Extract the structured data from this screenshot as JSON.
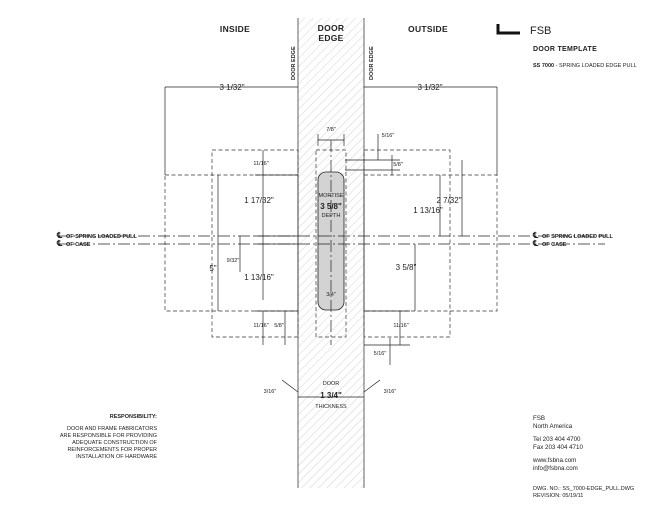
{
  "headers": {
    "inside": "INSIDE",
    "door_edge_l1": "DOOR",
    "door_edge_l2": "EDGE",
    "outside": "OUTSIDE"
  },
  "vertical_labels": {
    "door_edge": "DOOR EDGE"
  },
  "brand": {
    "logo": "FSB",
    "template_title": "DOOR TEMPLATE",
    "model_code": "SS 7000",
    "model_desc": " - SPRING LOADED EDGE PULL"
  },
  "centerlines": {
    "pull": "OF SPRING LOADED PULL",
    "case": "OF CASE",
    "cl_symbol": "℄"
  },
  "dimensions": {
    "top_left": "3 1/32\"",
    "top_right": "3 1/32\"",
    "door_7_8": "7/8\"",
    "r_5_16_top": "5/16\"",
    "r_5_8_a": "5/8\"",
    "l_11_16_top": "11/16\"",
    "l_1_17_32": "1 17/32\"",
    "l_9_32": "9/32\"",
    "l_1_13_16": "1 13/16\"",
    "l_5": "5\"",
    "mortise_depth": "3 5/8\"",
    "mortise_label": "MORTISE",
    "depth_label": "DEPTH",
    "door_3_4": "3/4\"",
    "r_2_7_32": "2 7/32\"",
    "r_1_13_16": "1 13/16\"",
    "r_3_5_8": "3 5/8\"",
    "l_11_16_bot": "11/16\"",
    "l_5_8_bot": "5/8\"",
    "r_11_16_bot": "11/16\"",
    "r_5_16_bot": "5/16\"",
    "l_3_16": "3/16\"",
    "r_3_16": "3/16\"",
    "door_label": "DOOR",
    "thickness": "1 3/4\"",
    "thickness_label": "THICKNESS"
  },
  "responsibility": {
    "title": "RESPONSIBILITY:",
    "lines": [
      "DOOR AND FRAME FABRICATORS",
      "ARE RESPONSIBLE FOR PROVIDING",
      "ADEQUATE CONSTRUCTION OF",
      "REINFORCEMENTS FOR PROPER",
      "INSTALLATION OF HARDWARE"
    ]
  },
  "contact": {
    "company": "FSB",
    "region": "North America",
    "tel": "Tel 203 404 4700",
    "fax": "Fax 203 404 4710",
    "web": "www.fsbna.com",
    "email": "info@fsbna.com",
    "dwg": "DWG. NO.: SS_7000-EDGE_PULL.DWG",
    "revision": "REVISION: 05/19/11"
  }
}
